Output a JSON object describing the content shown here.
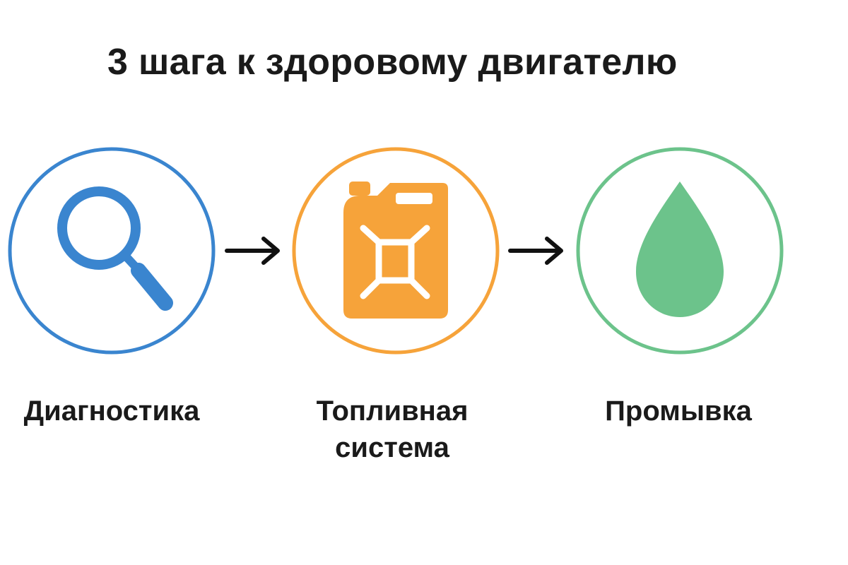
{
  "title": "3 шага к здоровому двигателю",
  "steps": [
    {
      "lines": [
        "Диагностика"
      ],
      "icon": "magnifier-icon",
      "color": "#3a85cf"
    },
    {
      "lines": [
        "Топливная",
        "система"
      ],
      "icon": "jerrycan-icon",
      "color": "#f6a33a"
    },
    {
      "lines": [
        "Промывка"
      ],
      "icon": "oil-drop-icon",
      "color": "#6cc38b"
    }
  ],
  "arrow_color": "#111111"
}
